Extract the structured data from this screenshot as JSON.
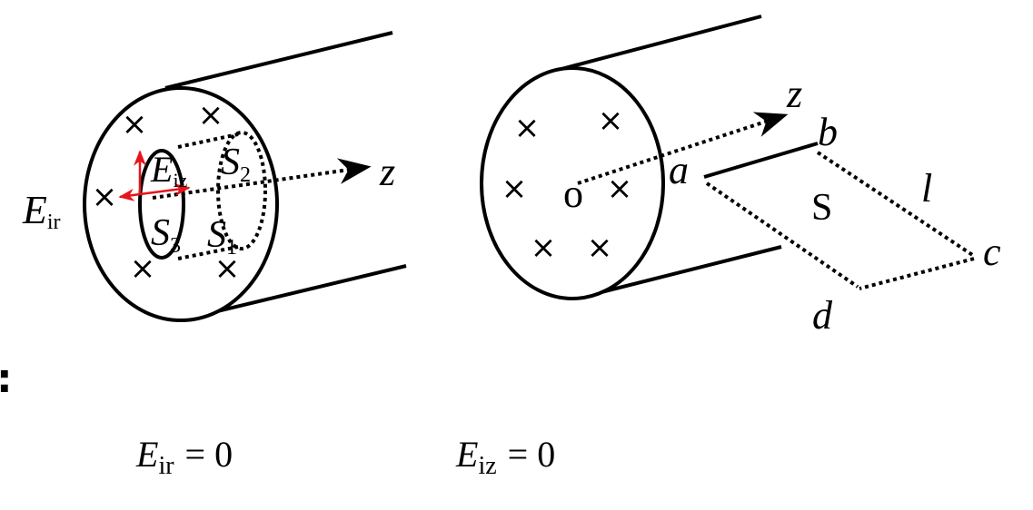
{
  "left_figure": {
    "label_eir": "E",
    "label_eir_sub": "ir",
    "label_eiz": "E",
    "label_eiz_sub": "iz",
    "label_s1": "S",
    "label_s1_sub": "1",
    "label_s2": "S",
    "label_s2_sub": "2",
    "label_s3": "S",
    "label_s3_sub": "3",
    "axis_label": "z",
    "cross_symbol": "×"
  },
  "right_figure": {
    "axis_label": "z",
    "center_label": "o",
    "corner_a": "a",
    "corner_b": "b",
    "corner_c": "c",
    "corner_d": "d",
    "length_label": "l",
    "surface_label": "S",
    "cross_symbol": "×"
  },
  "side_mark": ":",
  "equations": {
    "eq1_symbol": "E",
    "eq1_sub": "ir",
    "eq1_rhs": "= 0",
    "eq2_symbol": "E",
    "eq2_sub": "iz",
    "eq2_rhs": "= 0"
  },
  "colors": {
    "line": "#000000",
    "field_vector": "#e8141b"
  }
}
